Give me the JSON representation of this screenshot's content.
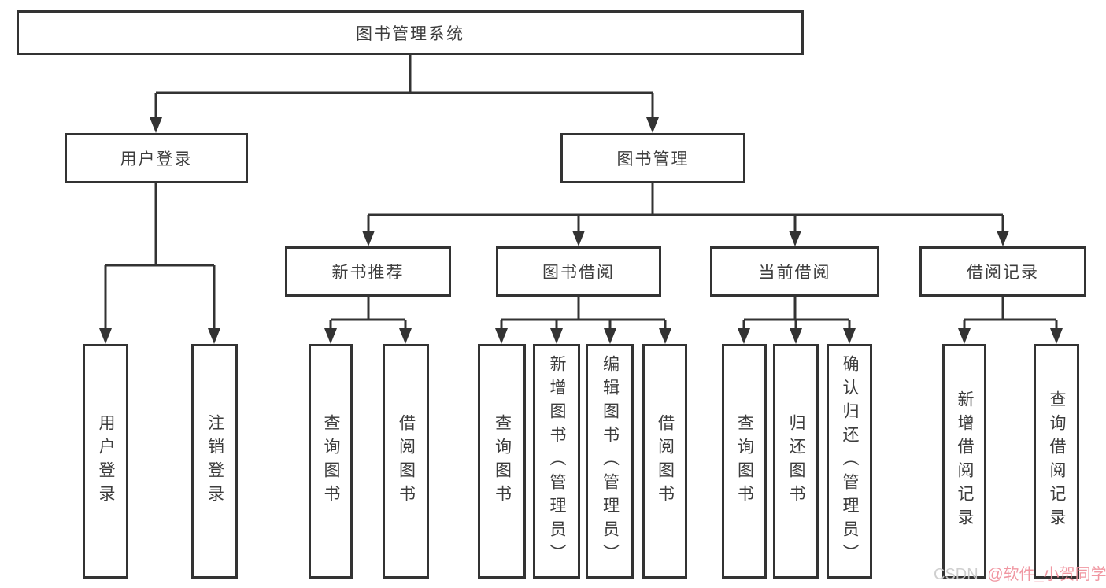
{
  "tree": {
    "root": "图书管理系统",
    "branches": [
      {
        "label": "用户登录",
        "children": [
          "用户登录",
          "注销登录"
        ]
      },
      {
        "label": "图书管理",
        "groups": [
          {
            "label": "新书推荐",
            "children": [
              "查询图书",
              "借阅图书"
            ]
          },
          {
            "label": "图书借阅",
            "children": [
              "查询图书",
              "新增图书（管理员）",
              "编辑图书（管理员）",
              "借阅图书"
            ]
          },
          {
            "label": "当前借阅",
            "children": [
              "查询图书",
              "归还图书",
              "确认归还（管理员）"
            ]
          },
          {
            "label": "借阅记录",
            "children": [
              "新增借阅记录",
              "查询借阅记录"
            ]
          }
        ]
      }
    ]
  },
  "watermark": {
    "brand": "CSDN",
    "handle": "@软件_小贺同学"
  },
  "colors": {
    "line": "#333333",
    "text": "#3d3d3d",
    "background": "#ffffff",
    "watermark_brand": "#cccccc",
    "watermark_handle": "#ef8f9b"
  }
}
